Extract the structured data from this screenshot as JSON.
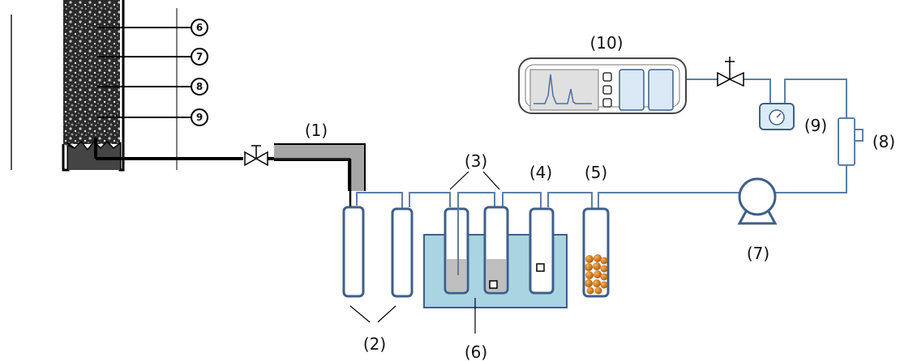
{
  "labels": {
    "l1": "(1)",
    "l2": "(2)",
    "l3": "(3)",
    "l4": "(4)",
    "l5": "(5)",
    "l6": "(6)",
    "l7": "(7)",
    "l8": "(8)",
    "l9": "(9)",
    "l10": "(10)"
  },
  "column_ports": [
    "6",
    "7",
    "8",
    "9"
  ],
  "colors": {
    "tubing": "#5b7fa8",
    "vessel_outline": "#3f5f8a",
    "water_bath": "#a9d5e3",
    "solution": "#bfbfbf",
    "packing": "#d07a1a",
    "column_line": "#000000",
    "transfer_line": "#999999"
  },
  "icons": {
    "valve": "valve-icon",
    "pump": "pump-icon",
    "flowmeter": "flowmeter-icon",
    "chromatogram": "chromatogram-icon"
  }
}
